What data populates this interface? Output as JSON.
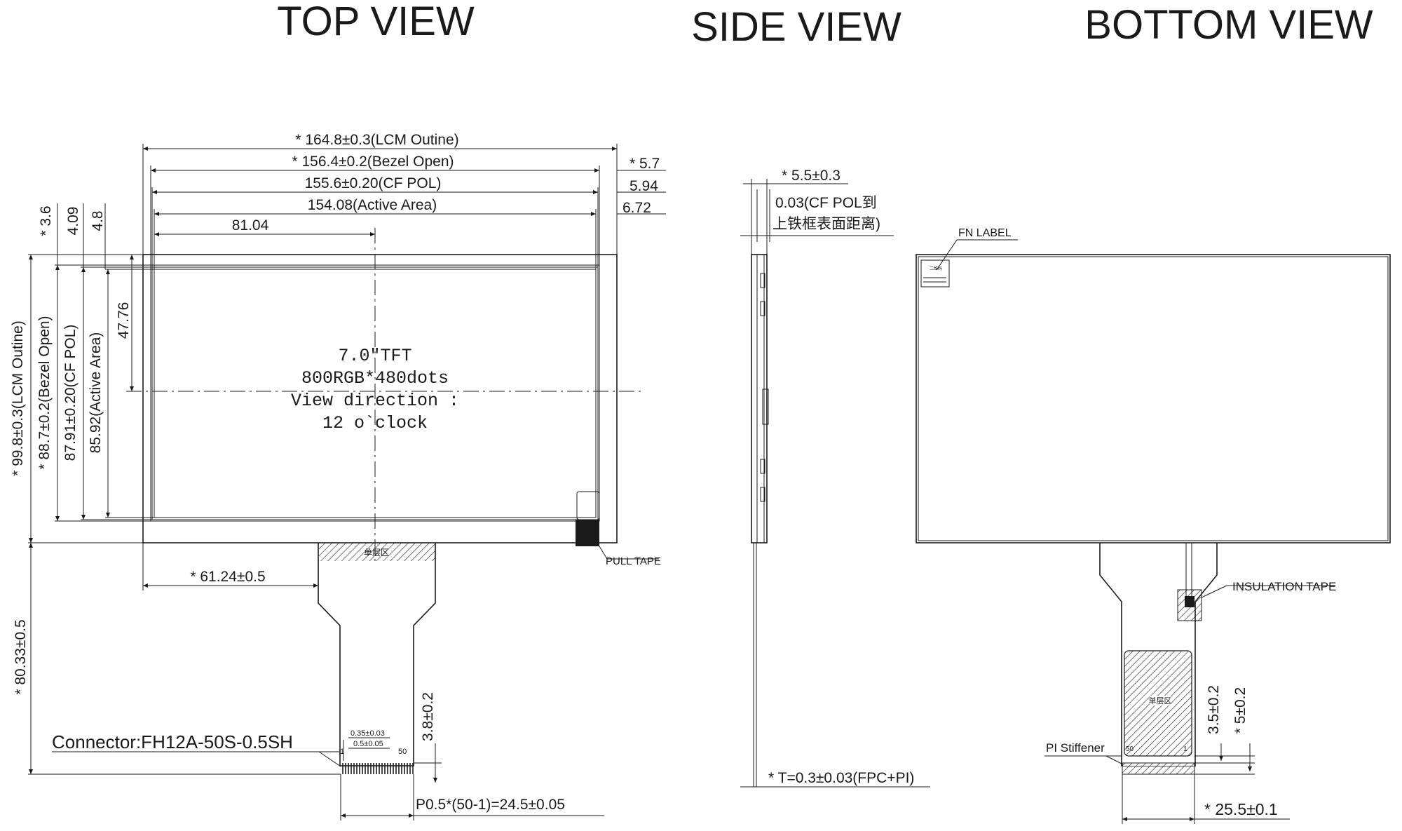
{
  "views": {
    "top": "TOP VIEW",
    "side": "SIDE VIEW",
    "bottom": "BOTTOM VIEW"
  },
  "top_view": {
    "dims_h": {
      "lcm_outline": "* 164.8±0.3(LCM Outine)",
      "bezel_open": "* 156.4±0.2(Bezel Open)",
      "cf_pol": "155.6±0.20(CF POL)",
      "active_area": "154.08(Active Area)",
      "center_x": "81.04",
      "right_5_7": "* 5.7",
      "right_5_94": "5.94",
      "right_6_72": "6.72",
      "fpc_offset": "* 61.24±0.5"
    },
    "dims_v": {
      "top_3_6": "* 3.6",
      "top_4_09": "4.09",
      "top_4_8": "4.8",
      "center_y": "47.76",
      "lcm_outline": "* 99.8±0.3(LCM Outine)",
      "bezel_open": "* 88.7±0.2(Bezel Open)",
      "cf_pol": "87.91±0.20(CF POL)",
      "active_area": "85.92(Active Area)",
      "fpc_length": "* 80.33±0.5",
      "connector_3_8": "3.8±0.2"
    },
    "center_text": [
      "7.0\"TFT",
      "800RGB*480dots",
      "View direction :",
      "12 o`clock"
    ],
    "single_layer": "单层区",
    "pull_tape": "PULL TAPE",
    "connector": "Connector:FH12A-50S-0.5SH",
    "pin_1": "1",
    "pin_50": "50",
    "pitch_035": "0.35±0.03",
    "pitch_05": "0.5±0.05",
    "pitch_total": "P0.5*(50-1)=24.5±0.05"
  },
  "side_view": {
    "thickness": "* 5.5±0.3",
    "cf_pol_gap_1": "0.03(CF POL到",
    "cf_pol_gap_2": "上铁框表面距离)",
    "fpc_thickness": "* T=0.3±0.03(FPC+PI)"
  },
  "bottom_view": {
    "fn_label": "FN LABEL",
    "label_line": "二维码",
    "insulation_tape": "INSULATION TAPE",
    "single_layer": "单层区",
    "pi_stiffener": "PI Stiffener",
    "pin_50": "50",
    "pin_1": "1",
    "dim_3_5": "3.5±0.2",
    "dim_5": "* 5±0.2",
    "dim_25_5": "* 25.5±0.1"
  }
}
